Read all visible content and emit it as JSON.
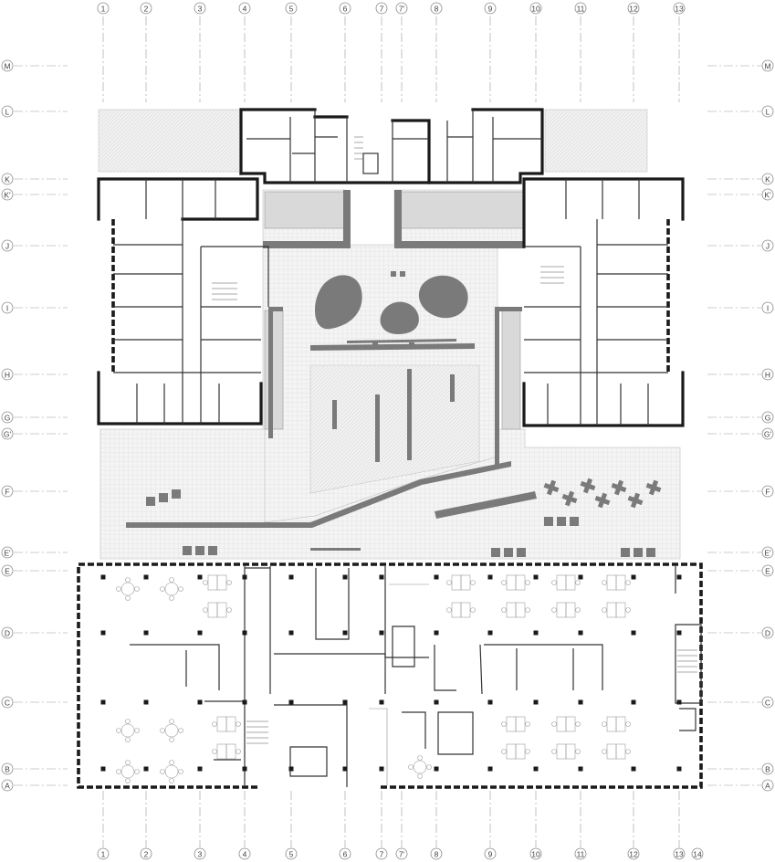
{
  "grid": {
    "columns_top": [
      "1",
      "2",
      "3",
      "4",
      "5",
      "6",
      "7",
      "7'",
      "8",
      "9",
      "10",
      "11",
      "12",
      "13"
    ],
    "columns_bottom": [
      "1",
      "2",
      "3",
      "4",
      "5",
      "6",
      "7",
      "7'",
      "8",
      "9",
      "10",
      "11",
      "12",
      "13",
      "14"
    ],
    "rows": [
      "M",
      "L",
      "K",
      "K'",
      "J",
      "I",
      "H",
      "G",
      "G'",
      "F",
      "E'",
      "E",
      "D",
      "C",
      "B",
      "A"
    ]
  },
  "colors": {
    "wall": "#1a1a1a",
    "landscape_gray": "#7a7a7a",
    "gridline": "#9a9a9a",
    "paving": "#e4e4e4"
  }
}
